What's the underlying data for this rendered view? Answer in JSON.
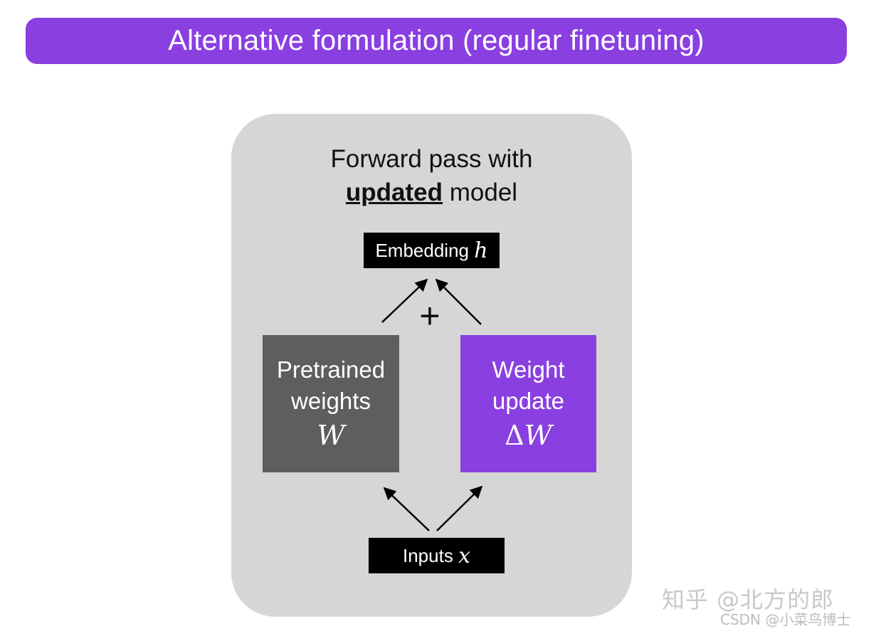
{
  "title": "Alternative formulation (regular finetuning)",
  "heading": {
    "line1": "Forward pass with",
    "emph": "updated",
    "rest": " model"
  },
  "embedding": {
    "label": "Embedding ",
    "var": "h"
  },
  "combine_symbol": "+",
  "pretrained": {
    "line1": "Pretrained",
    "line2": "weights",
    "symbol": "W"
  },
  "update": {
    "line1": "Weight",
    "line2": "update",
    "delta": "Δ",
    "symbol": "W"
  },
  "inputs": {
    "label": "Inputs ",
    "var": "x"
  },
  "watermark": {
    "line1": "知乎 @北方的郎",
    "line2": "CSDN @小菜鸟博士"
  },
  "colors": {
    "accent": "#8a3fe0",
    "panel": "#d6d6d6",
    "pretrained_block": "#5e5e5e",
    "label_box": "#000000"
  }
}
